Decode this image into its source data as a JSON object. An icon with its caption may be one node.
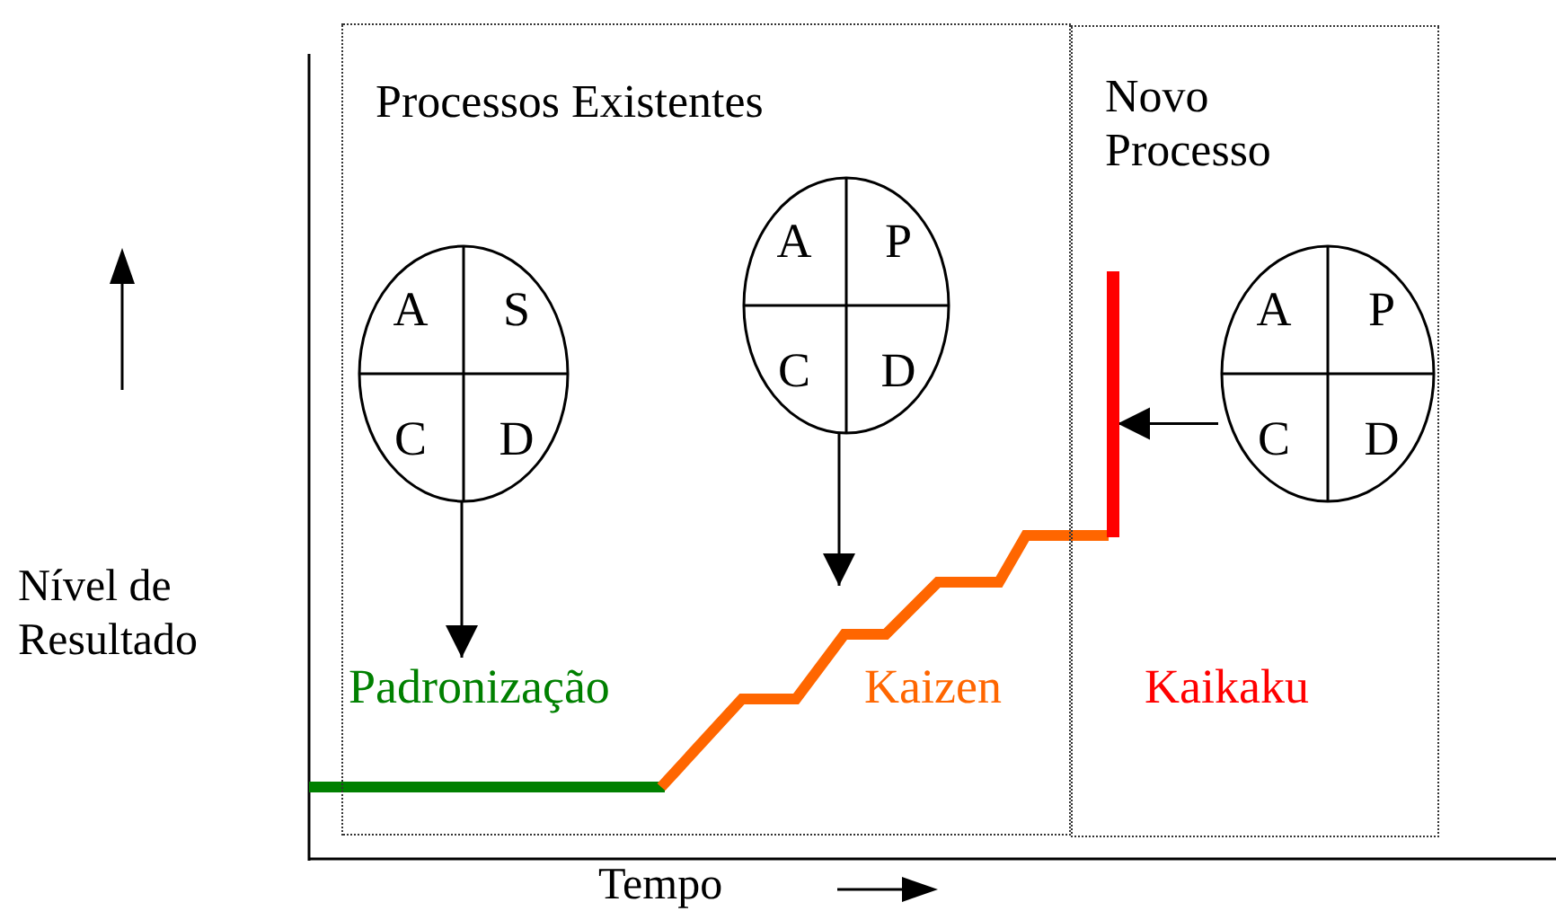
{
  "diagram": {
    "nodes": [
      {
        "text": [
          "Processos Existentes"
        ]
      },
      {
        "text": [
          "Novo Processo"
        ]
      },
      {
        "text": [
          "A",
          "S",
          "C",
          "D"
        ],
        "in": 0
      },
      {
        "text": [
          "A",
          "P",
          "C",
          "D"
        ],
        "in": 0
      },
      {
        "text": [
          "A",
          "P",
          "C",
          "D"
        ],
        "in": 1
      },
      {
        "text": [
          "Padronização"
        ],
        "in": 0
      },
      {
        "text": [
          "Kaizen"
        ],
        "in": 0
      },
      {
        "text": [
          "Kaikaku"
        ],
        "in": 1
      },
      {
        "text": [],
        "shape": "bar",
        "in": 1
      }
    ],
    "edges": [
      {
        "from": 2,
        "to": 5,
        "arrow": "to"
      },
      {
        "from": 3,
        "to": null,
        "arrow": "to"
      },
      {
        "from": 4,
        "to": 8,
        "arrow": "to"
      }
    ],
    "labels": [
      "Nível de Resultado",
      "Tempo"
    ]
  }
}
